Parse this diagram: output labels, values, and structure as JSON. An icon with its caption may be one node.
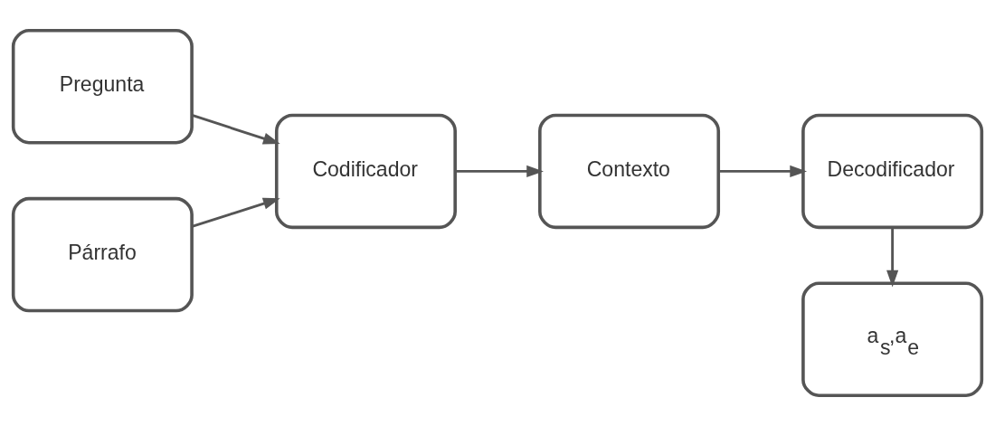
{
  "diagram": {
    "nodes": [
      {
        "text": [
          "Pregunta"
        ]
      },
      {
        "text": [
          "Párrafo"
        ]
      },
      {
        "text": [
          "Codificador"
        ]
      },
      {
        "text": [
          "Contexto"
        ]
      },
      {
        "text": [
          "Decodificador"
        ]
      },
      {
        "text": [
          "a$_{s}$,a$_{e}$"
        ]
      }
    ],
    "edges": [
      {
        "from": 0,
        "to": 2,
        "arrow": "to"
      },
      {
        "from": 1,
        "to": 2,
        "arrow": "to"
      },
      {
        "from": 2,
        "to": 3,
        "arrow": "to"
      },
      {
        "from": 3,
        "to": 4,
        "arrow": "to"
      },
      {
        "from": 4,
        "to": 5,
        "arrow": "to"
      }
    ]
  }
}
